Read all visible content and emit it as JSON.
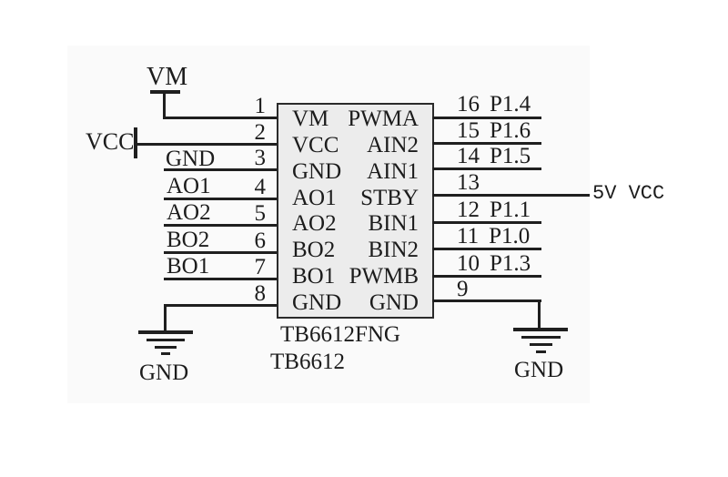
{
  "schematic": {
    "ic": {
      "part_number": "TB6612FNG",
      "part_name": "TB6612",
      "rows": [
        {
          "left": "VM",
          "right": "PWMA"
        },
        {
          "left": "VCC",
          "right": "AIN2"
        },
        {
          "left": "GND",
          "right": "AIN1"
        },
        {
          "left": "AO1",
          "right": "STBY"
        },
        {
          "left": "AO2",
          "right": "BIN1"
        },
        {
          "left": "BO2",
          "right": "BIN2"
        },
        {
          "left": "BO1",
          "right": "PWMB"
        },
        {
          "left": "GND",
          "right": "GND"
        }
      ]
    },
    "left": {
      "vm_label": "VM",
      "vcc_label": "VCC",
      "pin_numbers": [
        "1",
        "2",
        "3",
        "4",
        "5",
        "6",
        "7",
        "8"
      ],
      "net_labels": [
        "GND",
        "AO1",
        "AO2",
        "BO2",
        "BO1"
      ],
      "gnd_label": "GND"
    },
    "right": {
      "pins": [
        {
          "number": "16",
          "net": "P1.4"
        },
        {
          "number": "15",
          "net": "P1.6"
        },
        {
          "number": "14",
          "net": "P1.5"
        },
        {
          "number": "13",
          "net": ""
        },
        {
          "number": "12",
          "net": "P1.1"
        },
        {
          "number": "11",
          "net": "P1.0"
        },
        {
          "number": "10",
          "net": "P1.3"
        },
        {
          "number": "9",
          "net": ""
        }
      ],
      "stby_net": "5V VCC",
      "gnd_label": "GND"
    }
  },
  "colors": {
    "line": "#1f1f1f",
    "ic_fill": "#ececec",
    "scan_background": "#fafafa",
    "page_background": "#ffffff"
  }
}
